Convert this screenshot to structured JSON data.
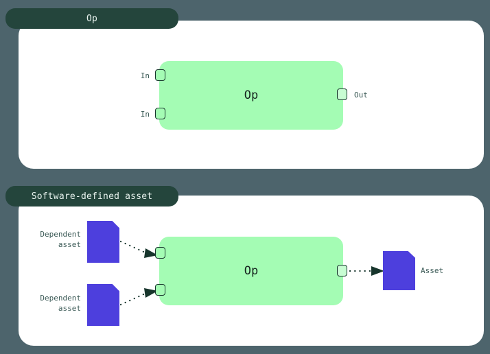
{
  "theme": {
    "background": "#4d646c",
    "panel_background": "#ffffff",
    "tab_background": "#24453c",
    "tab_text": "#e9f3ef",
    "op_fill": "#a4fcb4",
    "op_text": "#16251f",
    "port_border": "#17352c",
    "asset_fill": "#4d3fdd",
    "label_text": "#3b5a56",
    "connector": "#17352c"
  },
  "panels": [
    {
      "tab_label": "Op",
      "op_label": "Op",
      "inputs": [
        {
          "label": "In"
        },
        {
          "label": "In"
        }
      ],
      "outputs": [
        {
          "label": "Out"
        }
      ]
    },
    {
      "tab_label": "Software-defined asset",
      "op_label": "Op",
      "input_assets": [
        {
          "label": "Dependent\nasset",
          "icon": "document-icon"
        },
        {
          "label": "Dependent\nasset",
          "icon": "document-icon"
        }
      ],
      "output_assets": [
        {
          "label": "Asset",
          "icon": "document-icon"
        }
      ]
    }
  ]
}
